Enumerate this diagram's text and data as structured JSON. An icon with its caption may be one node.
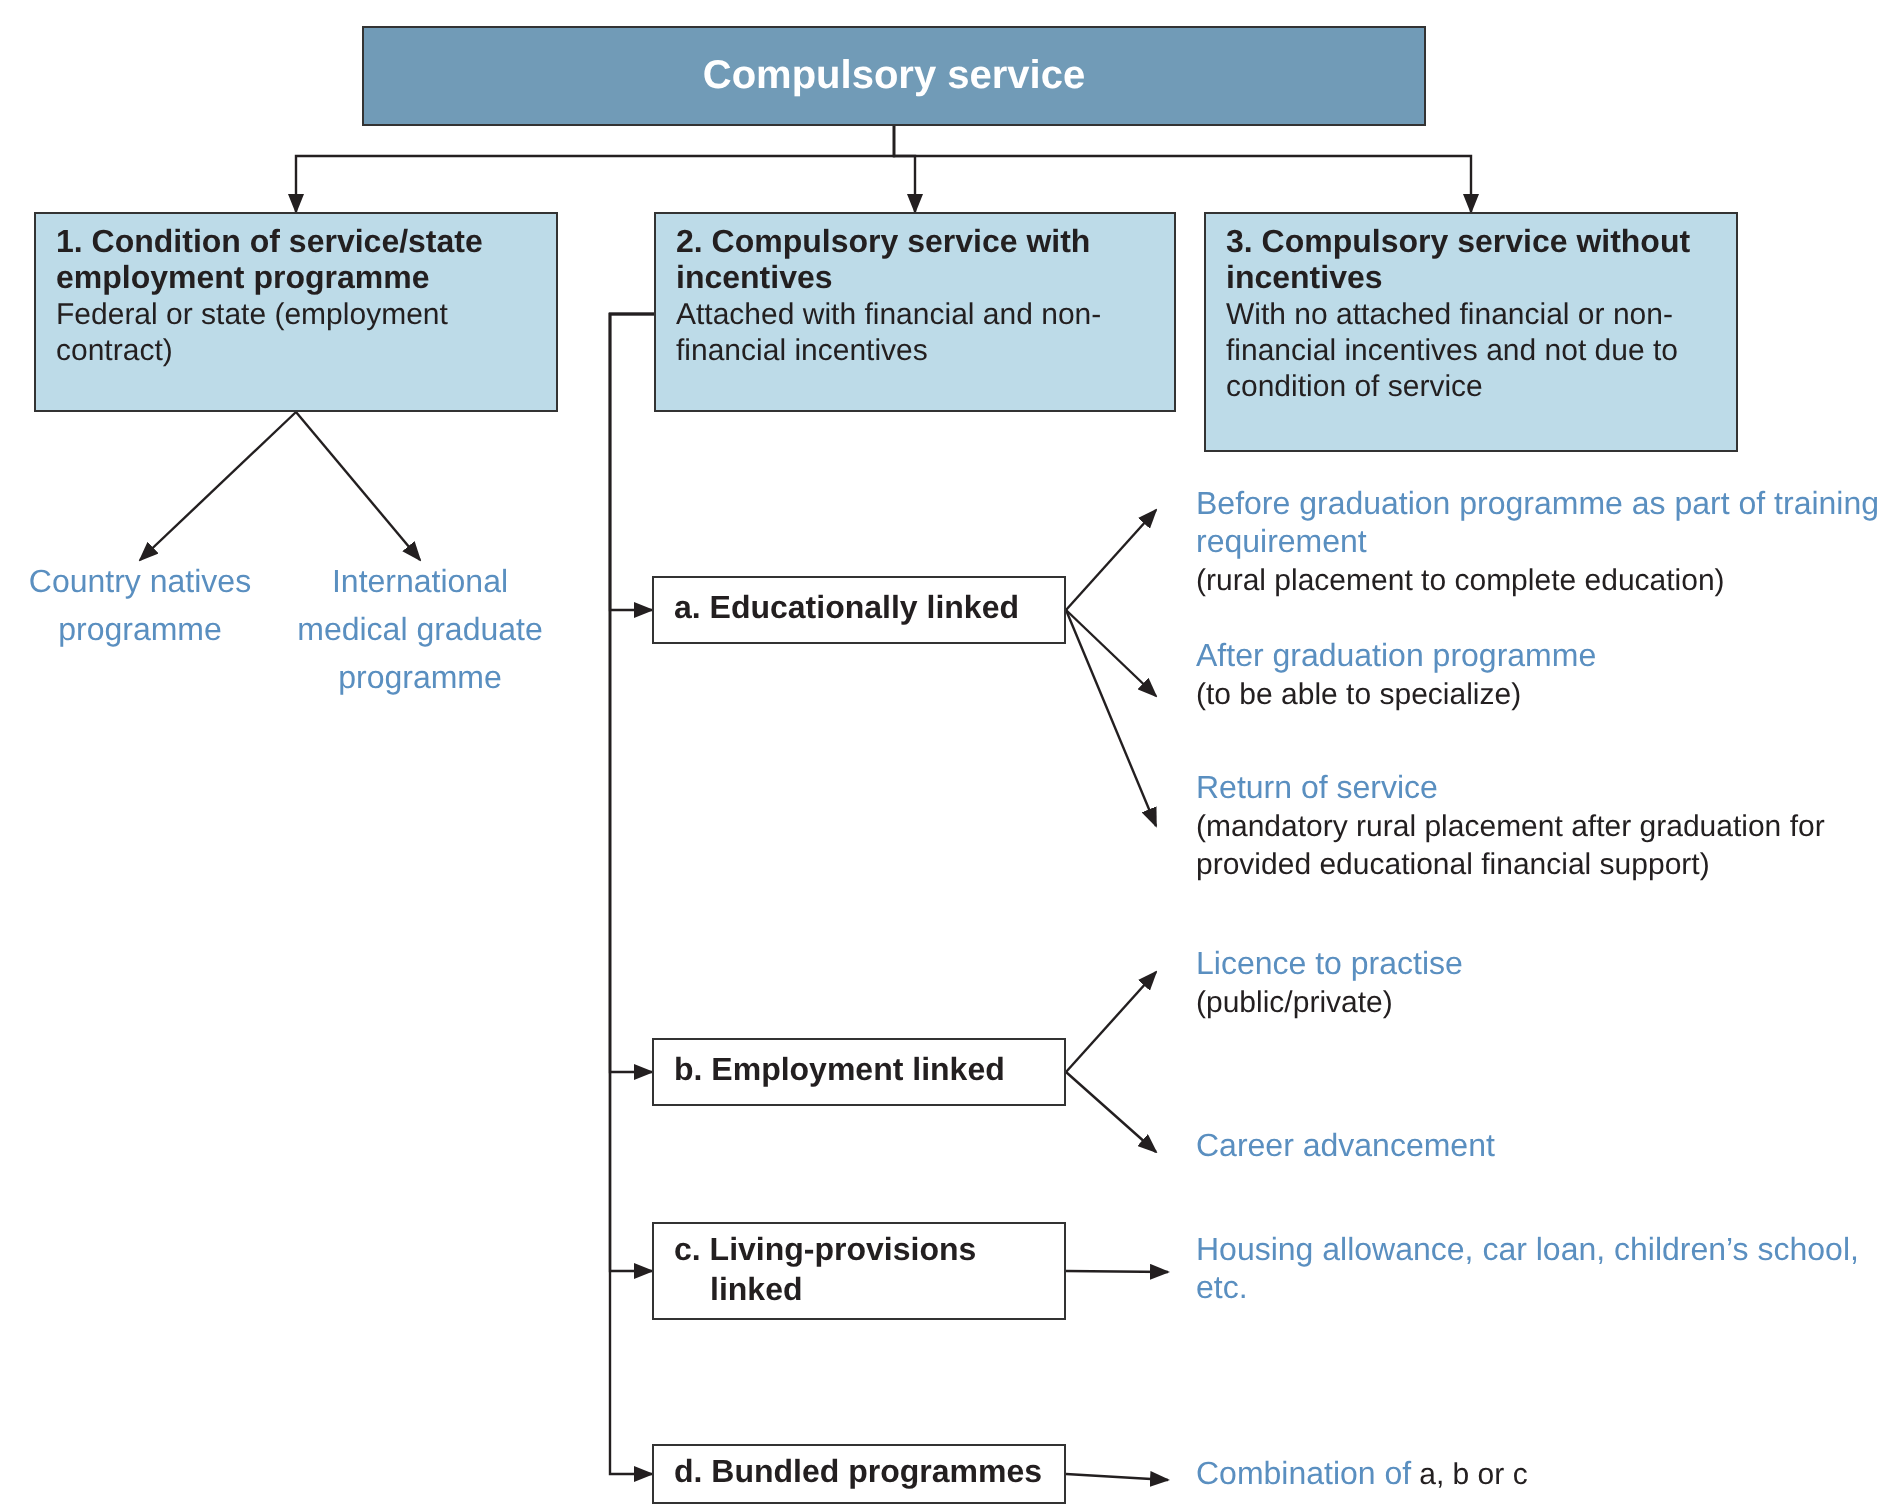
{
  "diagram": {
    "nodes": [
      {
        "text": [
          "Compulsory service"
        ]
      },
      {
        "text": [
          "1. Condition of service/state employment programme",
          "Federal or state (employment contract)"
        ]
      },
      {
        "text": [
          "2. Compulsory service with incentives",
          "Attached with financial and non-financial incentives"
        ]
      },
      {
        "text": [
          "3. Compulsory service without incentives",
          "With no attached financial or non-financial incentives and not due to condition of service"
        ]
      },
      {
        "text": [
          "Country natives programme"
        ]
      },
      {
        "text": [
          "International medical graduate programme"
        ]
      },
      {
        "text": [
          "a. Educationally linked"
        ]
      },
      {
        "text": [
          "b. Employment linked"
        ]
      },
      {
        "text": [
          "c. Living-provisions linked"
        ]
      },
      {
        "text": [
          "d. Bundled programmes"
        ]
      },
      {
        "text": [
          "Before graduation programme as part of training requirement",
          "(rural placement to complete education)"
        ]
      },
      {
        "text": [
          "After graduation programme",
          "(to be able to specialize)"
        ]
      },
      {
        "text": [
          "Return of service",
          "(mandatory rural placement after graduation for provided educational financial support)"
        ]
      },
      {
        "text": [
          "Licence to practise",
          "(public/private)"
        ]
      },
      {
        "text": [
          "Career advancement"
        ]
      },
      {
        "text": [
          "Housing allowance, car loan, children’s school, etc."
        ]
      },
      {
        "text": [
          "Combination of",
          "a, b or c"
        ]
      }
    ],
    "edges": [
      {
        "from": 0,
        "to": 1,
        "arrow": "to"
      },
      {
        "from": 0,
        "to": 2,
        "arrow": "to"
      },
      {
        "from": 0,
        "to": 3,
        "arrow": "to"
      },
      {
        "from": 1,
        "to": 4,
        "arrow": "to"
      },
      {
        "from": 1,
        "to": 5,
        "arrow": "to"
      },
      {
        "from": 2,
        "to": 6,
        "arrow": "to"
      },
      {
        "from": 2,
        "to": 7,
        "arrow": "to"
      },
      {
        "from": 2,
        "to": 8,
        "arrow": "to"
      },
      {
        "from": 2,
        "to": 9,
        "arrow": "to"
      },
      {
        "from": 6,
        "to": 10,
        "arrow": "to"
      },
      {
        "from": 6,
        "to": 11,
        "arrow": "to"
      },
      {
        "from": 6,
        "to": 12,
        "arrow": "to"
      },
      {
        "from": 7,
        "to": 13,
        "arrow": "to"
      },
      {
        "from": 7,
        "to": 14,
        "arrow": "to"
      },
      {
        "from": 8,
        "to": 15,
        "arrow": "to"
      },
      {
        "from": 9,
        "to": 16,
        "arrow": "to"
      }
    ]
  }
}
